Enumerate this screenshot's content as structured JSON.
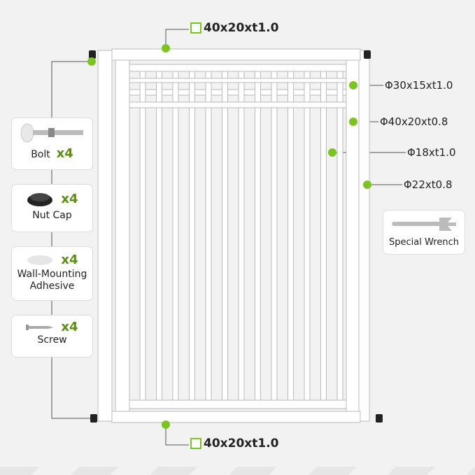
{
  "dimensions": {
    "top_frame": "40x20xt1.0",
    "bottom_frame": "40x20xt1.0",
    "right": [
      {
        "label": "Φ30x15xt1.0"
      },
      {
        "label": "Φ40x20xt0.8"
      },
      {
        "label": "Φ18xt1.0"
      },
      {
        "label": "Φ22xt0.8"
      }
    ]
  },
  "accessories": [
    {
      "name": "Bolt",
      "qty": "x4",
      "icon": "bolt-icon"
    },
    {
      "name": "Nut Cap",
      "qty": "x4",
      "icon": "nut-cap-icon"
    },
    {
      "name": "Wall-Mounting Adhesive",
      "qty": "x4",
      "icon": "adhesive-pad-icon"
    },
    {
      "name": "Screw",
      "qty": "x4",
      "icon": "screw-icon"
    }
  ],
  "tool": {
    "name": "Special Wrench",
    "icon": "wrench-icon"
  },
  "colors": {
    "accent": "#7cc520",
    "qty": "#5a8f12",
    "background": "#f2f2f2"
  }
}
